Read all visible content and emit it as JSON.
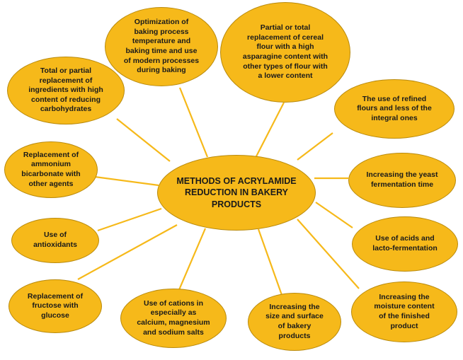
{
  "center": {
    "line1": "METHODS OF ACRYLAMIDE",
    "line2": "REDUCTION IN BAKERY",
    "line3": "PRODUCTS"
  },
  "methods": [
    {
      "lines": [
        "Optimization of",
        "baking process",
        "temperature and",
        "baking time and use",
        "of modern processes",
        "during baking"
      ]
    },
    {
      "lines": [
        "Partial or total",
        "replacement of cereal",
        "flour with a high",
        "asparagine content with",
        "other types of flour with",
        "a lower content"
      ]
    },
    {
      "lines": [
        "Total or partial",
        "replacement of",
        "ingredients with high",
        "content of reducing",
        "carbohydrates"
      ]
    },
    {
      "lines": [
        "The use of refined",
        "flours and less of the",
        "integral ones"
      ]
    },
    {
      "lines": [
        "Replacement of",
        "ammonium",
        "bicarbonate with",
        "other agents"
      ]
    },
    {
      "lines": [
        "Increasing the yeast",
        "fermentation time"
      ]
    },
    {
      "lines": [
        "Use of",
        "antioxidants"
      ]
    },
    {
      "lines": [
        "Use of acids and",
        "lacto-fermentation"
      ]
    },
    {
      "lines": [
        "Replacement of",
        "fructose with",
        "glucose"
      ]
    },
    {
      "lines": [
        "Use of cations in",
        "especially as",
        "calcium, magnesium",
        "and sodium salts"
      ]
    },
    {
      "lines": [
        "Increasing the",
        "size and surface",
        "of bakery",
        "products"
      ]
    },
    {
      "lines": [
        "Increasing the",
        "moisture content",
        "of the finished",
        "product"
      ]
    }
  ],
  "colors": {
    "node_fill": "#f6b91a",
    "node_border": "#b98a0c",
    "connector": "#f6b91a",
    "text": "#1a1a1a"
  }
}
